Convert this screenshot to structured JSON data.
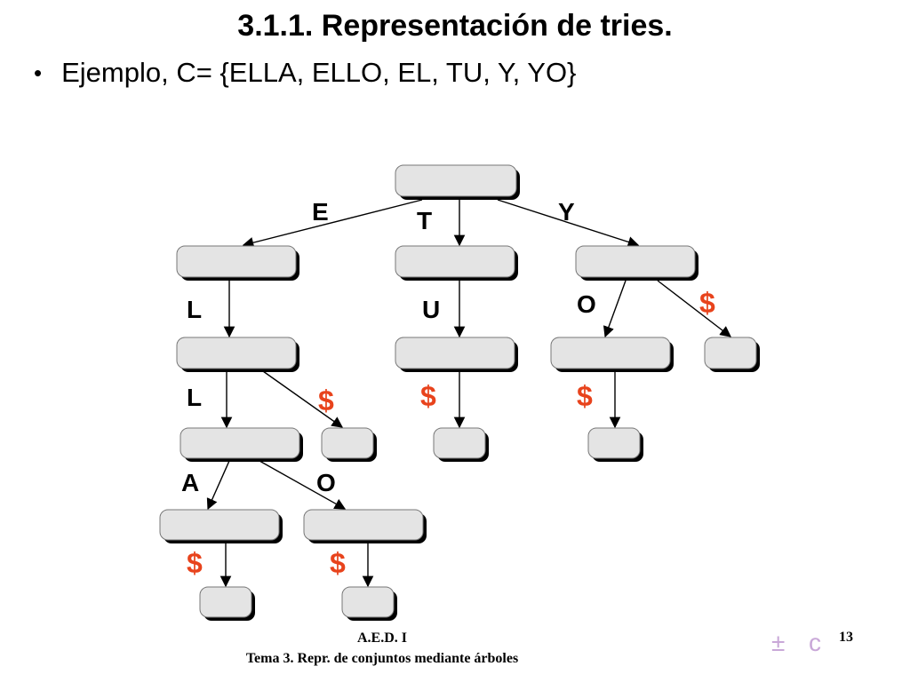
{
  "slide": {
    "title": "3.1.1. Representación de tries.",
    "bullet_symbol": "•",
    "bullet_text": "Ejemplo, C= {ELLA, ELLO, EL, TU, Y, YO}"
  },
  "trie": {
    "edge_labels": {
      "E": "E",
      "T": "T",
      "Y": "Y",
      "EL": "L",
      "TU": "U",
      "YO": "O",
      "Y_end": "$",
      "ELL": "L",
      "EL_end": "$",
      "TU_end": "$",
      "YO_end": "$",
      "ELLA": "A",
      "ELLO": "O",
      "ELLA_end": "$",
      "ELLO_end": "$"
    },
    "colors": {
      "letter": "#000000",
      "end_marker": "#e8431c",
      "node_fill": "#e4e4e4"
    }
  },
  "footer": {
    "course": "A.E.D. I",
    "topic": "Tema 3. Repr. de conjuntos mediante árboles",
    "page": "13",
    "nav_prev": "±",
    "nav_next": "c"
  }
}
